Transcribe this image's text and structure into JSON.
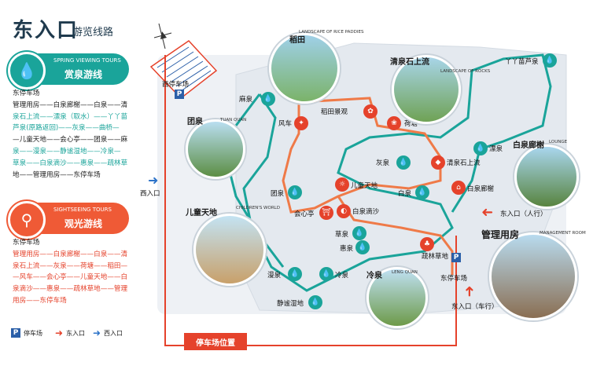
{
  "title": {
    "main": "东入口",
    "sub": "游览线路"
  },
  "tours": [
    {
      "en": "SPRING VIEWING TOURS",
      "cn": "赏泉游线",
      "color": "#1aa49a",
      "route": [
        "东停车场",
        "管理用房——白泉廊榭——白泉——清",
        "泉石上流——漂泉（取水）——丫丫苗",
        "芦泉(原路返回)——灰泉——曲桥—",
        "—儿童天地——会心亭——团泉——麻",
        "泉——漫泉——静谧湿地——冷泉—",
        "草泉——白泉滴沙——惠泉——疏林草",
        "地——管理用房——东停车场"
      ]
    },
    {
      "en": "SIGHTSEEING TOURS",
      "cn": "观光游线",
      "color": "#ef5a36",
      "route": [
        "东停车场",
        "管理用房——白泉廊榭——白泉——清",
        "泉石上流——灰泉——荷塘——稻田—",
        "—风车——会心亭——儿童天地——白",
        "泉滴沙——惠泉——疏林草地——管理",
        "用房——东停车场"
      ]
    }
  ],
  "legend": {
    "parking": "停车场",
    "east": "东入口",
    "west": "西入口"
  },
  "parking_position": "停车场位置",
  "labels": {
    "west_parking": "西停车场",
    "west_entrance": "西入口",
    "east_entrance_pedestrian": "东入口（人行）",
    "east_entrance_vehicle": "东入口（车行）",
    "east_parking": "东停车场"
  },
  "spots": [
    {
      "id": "ma",
      "name": "麻泉",
      "kind": "teal"
    },
    {
      "id": "fengche",
      "name": "风车",
      "kind": "red"
    },
    {
      "id": "daotian",
      "name": "稻田景观",
      "kind": "red"
    },
    {
      "id": "hetang",
      "name": "荷塘",
      "kind": "red"
    },
    {
      "id": "yaya",
      "name": "丫丫苗芦泉",
      "kind": "teal"
    },
    {
      "id": "piao",
      "name": "漂泉",
      "kind": "teal"
    },
    {
      "id": "huiq",
      "name": "灰泉",
      "kind": "teal"
    },
    {
      "id": "qingquan",
      "name": "清泉石上流",
      "kind": "red"
    },
    {
      "id": "tuan",
      "name": "团泉",
      "kind": "teal"
    },
    {
      "id": "ertong",
      "name": "儿童天地",
      "kind": "red"
    },
    {
      "id": "bai",
      "name": "白泉",
      "kind": "teal"
    },
    {
      "id": "bailang",
      "name": "白泉廊榭",
      "kind": "red"
    },
    {
      "id": "huixin",
      "name": "会心亭",
      "kind": "red"
    },
    {
      "id": "baisha",
      "name": "白泉滴沙",
      "kind": "red"
    },
    {
      "id": "cao",
      "name": "草泉",
      "kind": "teal"
    },
    {
      "id": "hui",
      "name": "惠泉",
      "kind": "teal"
    },
    {
      "id": "shulin",
      "name": "疏林草地",
      "kind": "red"
    },
    {
      "id": "man",
      "name": "漫泉",
      "kind": "teal"
    },
    {
      "id": "leng",
      "name": "冷泉",
      "kind": "teal"
    },
    {
      "id": "jingmi",
      "name": "静谧湿地",
      "kind": "teal"
    }
  ],
  "photos": [
    {
      "id": "daotian",
      "cn": "稻田",
      "en": "LANDSCAPE OF RICE PADDIES"
    },
    {
      "id": "qingquan",
      "cn": "清泉石上流",
      "en": "LANDSCAPE OF ROCKS"
    },
    {
      "id": "tuanquan",
      "cn": "团泉",
      "en": "TUAN QUAN"
    },
    {
      "id": "baiquan",
      "cn": "白泉廊榭",
      "en": "LOUNGE"
    },
    {
      "id": "ertong",
      "cn": "儿童天地",
      "en": "CHILDREN'S WORLD"
    },
    {
      "id": "lengquan",
      "cn": "冷泉",
      "en": "LENG QUAN"
    },
    {
      "id": "guanli",
      "cn": "管理用房",
      "en": "MANAGEMENT ROOM"
    }
  ],
  "colors": {
    "teal": "#1aa49a",
    "red": "#e5422b",
    "orange": "#ef7a48"
  }
}
